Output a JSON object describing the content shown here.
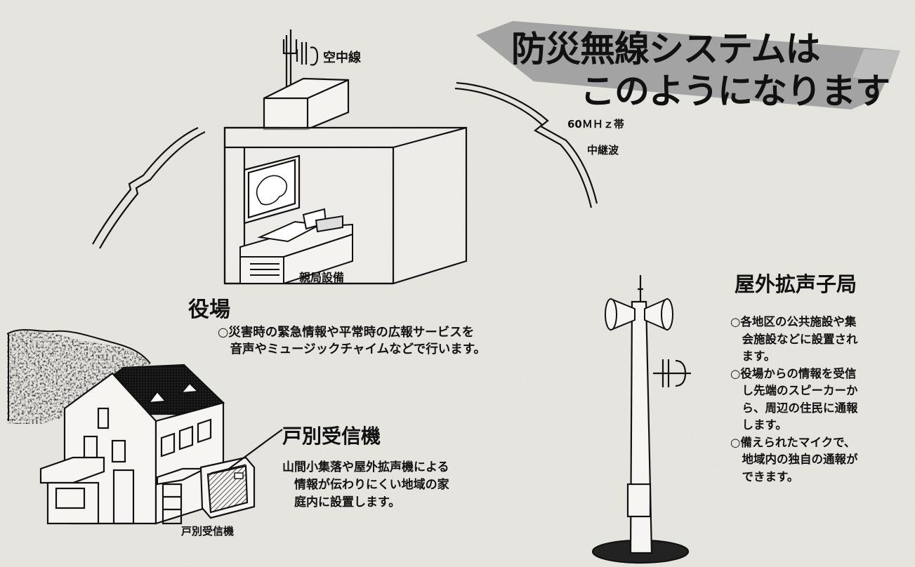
{
  "title": {
    "line1": "防災無線システムは",
    "line2": "このようになります"
  },
  "labels": {
    "antenna": "空中線",
    "frequency_line1": "60ＭＨｚ帯",
    "frequency_line2": "中継波",
    "master_equipment": "親局設備",
    "receiver_small": "戸別受信機"
  },
  "town_office": {
    "heading": "役場",
    "lines": [
      "○災害時の緊急情報や平常時の広報サービスを",
      "　音声やミュージックチャイムなどで行います。"
    ]
  },
  "household_receiver": {
    "heading": "戸別受信機",
    "lines": [
      "山間小集落や屋外拡声機による",
      "　情報が伝わりにくい地域の家",
      "　庭内に設置します。"
    ]
  },
  "outdoor_station": {
    "heading": "屋外拡声子局",
    "lines": [
      "○各地区の公共施設や集",
      "　会施設などに設置され",
      "　ます。",
      "○役場からの情報を受信",
      "　し先端のスピーカーか",
      "　ら、周辺の住民に通報",
      "　します。",
      "○備えられたマイクで、",
      "　地域内の独自の通報が",
      "　できます。"
    ]
  }
}
